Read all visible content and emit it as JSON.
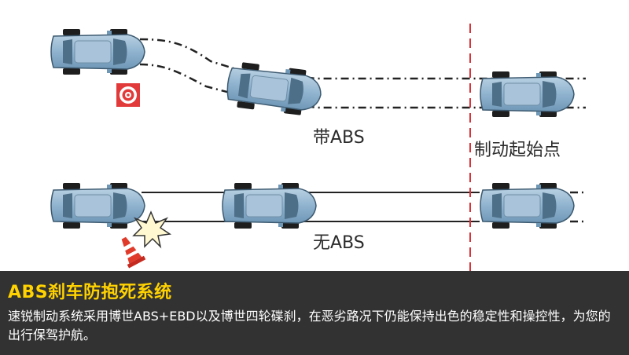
{
  "diagram": {
    "label_with_abs": "带ABS",
    "label_without_abs": "无ABS",
    "label_brake_start": "制动起始点"
  },
  "panel": {
    "title": "ABS刹车防抱死系统",
    "body": "速锐制动系统采用博世ABS+EBD以及博世四轮碟刹，在恶劣路况下仍能保持出色的稳定性和操控性，为您的出行保驾护航。"
  },
  "colors": {
    "car_body": "#8fb3cf",
    "brake_line": "#d9333a",
    "panel_bg": "#323232",
    "title": "#ffd200"
  }
}
